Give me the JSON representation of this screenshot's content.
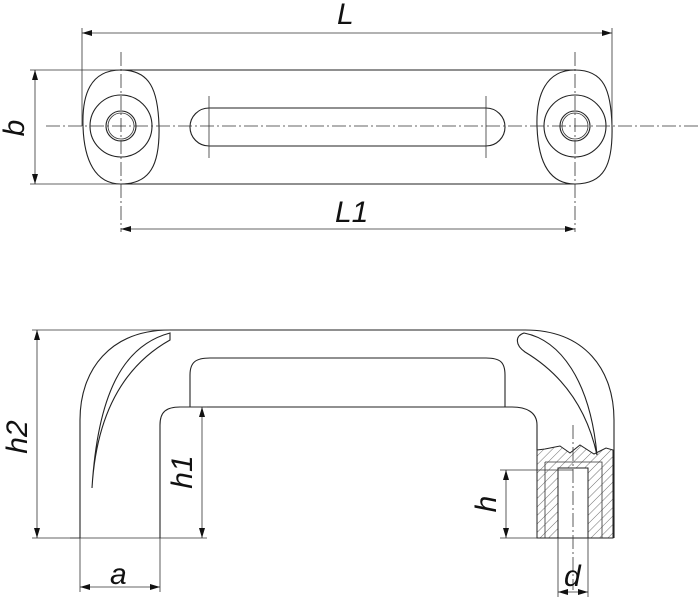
{
  "labels": {
    "L": "L",
    "L1": "L1",
    "b": "b",
    "h2": "h2",
    "h1": "h1",
    "h": "h",
    "a": "a",
    "d": "d"
  },
  "colors": {
    "line": "#222222",
    "background": "#ffffff"
  }
}
